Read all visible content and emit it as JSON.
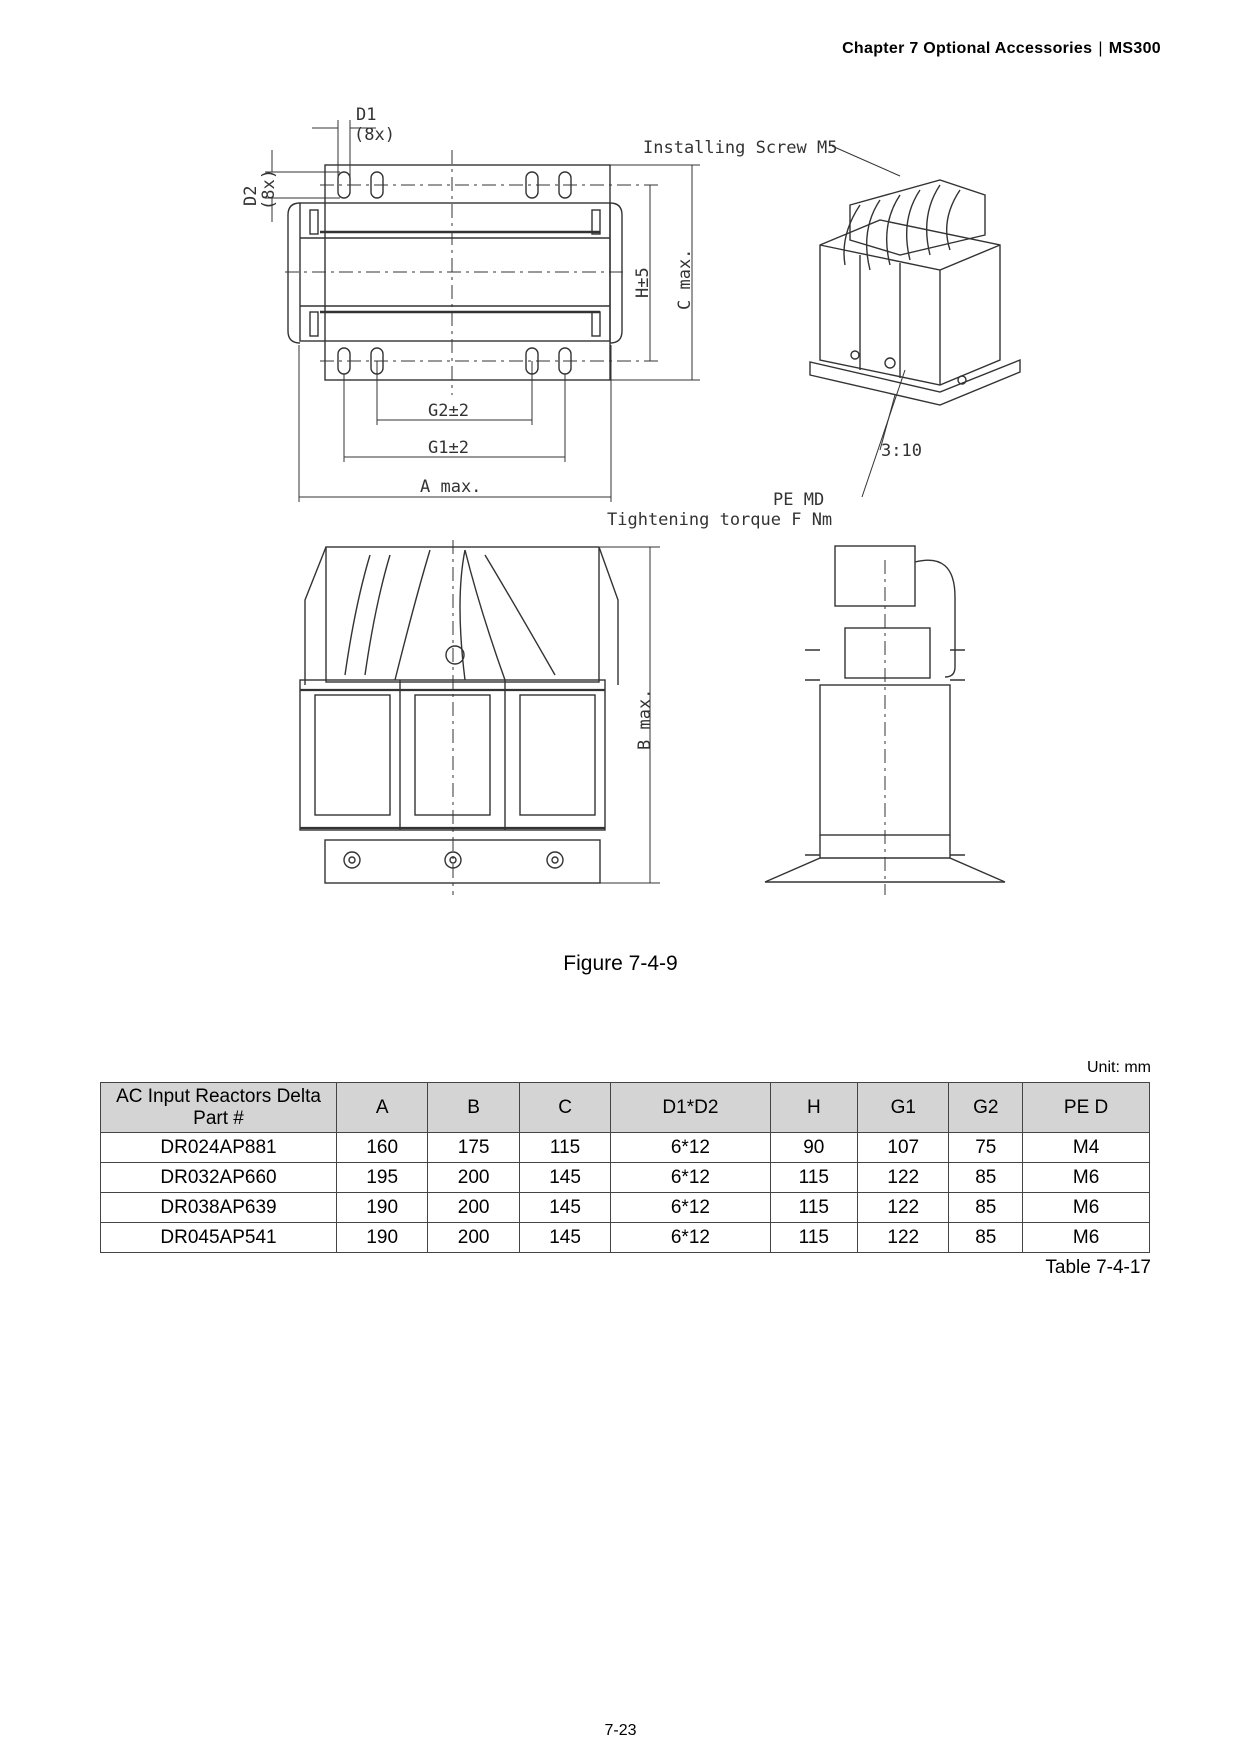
{
  "header": {
    "chapter": "Chapter  7  Optional  Accessories",
    "model": "MS300"
  },
  "figure": {
    "caption": "Figure 7-4-9",
    "labels": {
      "d1": "D1",
      "d1_count": "(8x)",
      "d2": "D2",
      "d2_count": "(8x)",
      "installing_screw": "Installing Screw M5",
      "h": "H±5",
      "c": "C max.",
      "g2": "G2±2",
      "g1": "G1±2",
      "a": "A max.",
      "b": "B max.",
      "ratio": "3:10",
      "pe": "PE MD",
      "torque": "Tightening torque F Nm"
    }
  },
  "table": {
    "unit": "Unit: mm",
    "headers": [
      "AC Input Reactors Delta Part #",
      "A",
      "B",
      "C",
      "D1*D2",
      "H",
      "G1",
      "G2",
      "PE D"
    ],
    "rows": [
      [
        "DR024AP881",
        "160",
        "175",
        "115",
        "6*12",
        "90",
        "107",
        "75",
        "M4"
      ],
      [
        "DR032AP660",
        "195",
        "200",
        "145",
        "6*12",
        "115",
        "122",
        "85",
        "M6"
      ],
      [
        "DR038AP639",
        "190",
        "200",
        "145",
        "6*12",
        "115",
        "122",
        "85",
        "M6"
      ],
      [
        "DR045AP541",
        "190",
        "200",
        "145",
        "6*12",
        "115",
        "122",
        "85",
        "M6"
      ]
    ],
    "caption": "Table 7-4-17"
  },
  "page_number": "7-23"
}
